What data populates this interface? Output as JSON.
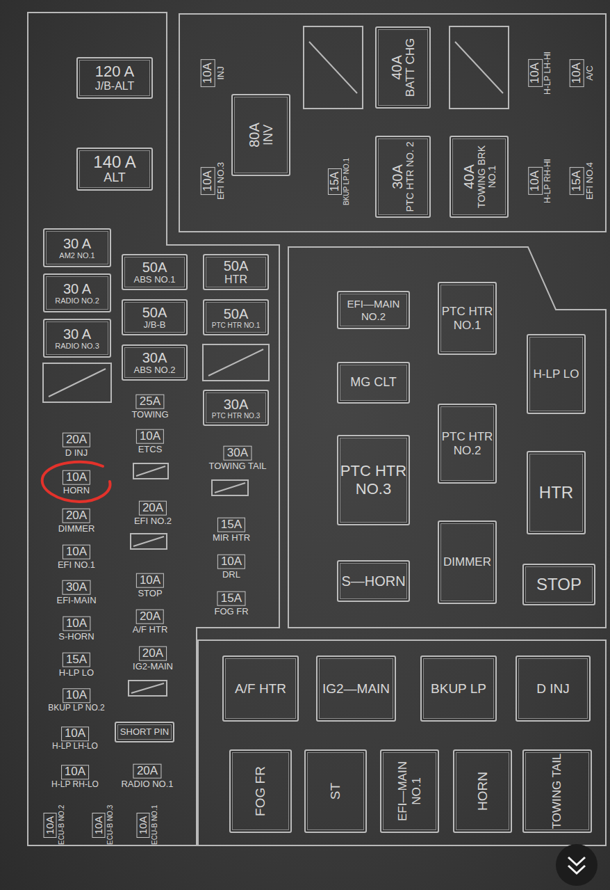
{
  "diagram": {
    "nodes": [
      {
        "text": [
          "120 A",
          "J/B-ALT"
        ]
      },
      {
        "text": [
          "140 A",
          "ALT"
        ]
      },
      {
        "text": [
          "30 A",
          "AM2 NO.1"
        ]
      },
      {
        "text": [
          "30 A",
          "RADIO NO.2"
        ]
      },
      {
        "text": [
          "30 A",
          "RADIO NO.3"
        ]
      },
      {
        "text": [
          "20A",
          "D INJ"
        ]
      },
      {
        "text": [
          "10A",
          "HORN"
        ]
      },
      {
        "text": [
          "20A",
          "DIMMER"
        ]
      },
      {
        "text": [
          "10A",
          "EFI NO.1"
        ]
      },
      {
        "text": [
          "30A",
          "EFI-MAIN"
        ]
      },
      {
        "text": [
          "10A",
          "S-HORN"
        ]
      },
      {
        "text": [
          "15A",
          "H-LP LO"
        ]
      },
      {
        "text": [
          "10A",
          "BKUP LP NO.2"
        ]
      },
      {
        "text": [
          "10A",
          "H-LP LH-LO"
        ]
      },
      {
        "text": [
          "10A",
          "H-LP RH-LO"
        ]
      },
      {
        "text": [
          "10A",
          "ECU-B NO.2"
        ]
      },
      {
        "text": [
          "10A",
          "ECU-B NO.3"
        ]
      },
      {
        "text": [
          "10A",
          "ECU-B NO.1"
        ]
      },
      {
        "text": [
          "50A",
          "ABS NO.1"
        ]
      },
      {
        "text": [
          "50A",
          "J/B-B"
        ]
      },
      {
        "text": [
          "30A",
          "ABS NO.2"
        ]
      },
      {
        "text": [
          "25A",
          "TOWING"
        ]
      },
      {
        "text": [
          "10A",
          "ETCS"
        ]
      },
      {
        "text": [
          "20A",
          "EFI NO.2"
        ]
      },
      {
        "text": [
          "10A",
          "STOP"
        ]
      },
      {
        "text": [
          "20A",
          "A/F HTR"
        ]
      },
      {
        "text": [
          "20A",
          "IG2-MAIN"
        ]
      },
      {
        "text": [
          "SHORT PIN"
        ]
      },
      {
        "text": [
          "20A",
          "RADIO NO.1"
        ]
      },
      {
        "text": [
          "50A",
          "HTR"
        ]
      },
      {
        "text": [
          "50A",
          "PTC HTR NO.1"
        ]
      },
      {
        "text": [
          "30A",
          "PTC HTR NO.3"
        ]
      },
      {
        "text": [
          "30A",
          "TOWING TAIL"
        ]
      },
      {
        "text": [
          "15A",
          "MIR HTR"
        ]
      },
      {
        "text": [
          "10A",
          "DRL"
        ]
      },
      {
        "text": [
          "15A",
          "FOG FR"
        ]
      },
      {
        "text": [
          "10A",
          "INJ"
        ]
      },
      {
        "text": [
          "80A",
          "INV"
        ]
      },
      {
        "text": [
          "10A",
          "EFI NO.3"
        ]
      },
      {
        "text": [
          "40A",
          "BATT CHG"
        ]
      },
      {
        "text": [
          "10A",
          "H-LP LH-HI"
        ]
      },
      {
        "text": [
          "10A",
          "A/C"
        ]
      },
      {
        "text": [
          "15A",
          "BKUP LP NO.1"
        ]
      },
      {
        "text": [
          "30A",
          "PTC HTR NO. 2"
        ]
      },
      {
        "text": [
          "40A",
          "TOWING BRK NO.1"
        ]
      },
      {
        "text": [
          "10A",
          "H-LP RH-HI"
        ]
      },
      {
        "text": [
          "15A",
          "EFI NO.4"
        ]
      },
      {
        "text": [
          "EFI—MAIN NO.2"
        ]
      },
      {
        "text": [
          "PTC HTR NO.1"
        ]
      },
      {
        "text": [
          "H-LP LO"
        ]
      },
      {
        "text": [
          "MG CLT"
        ]
      },
      {
        "text": [
          "PTC HTR NO.2"
        ]
      },
      {
        "text": [
          "PTC HTR NO.3"
        ]
      },
      {
        "text": [
          "HTR"
        ]
      },
      {
        "text": [
          "S—HORN"
        ]
      },
      {
        "text": [
          "DIMMER"
        ]
      },
      {
        "text": [
          "STOP"
        ]
      },
      {
        "text": [
          "A/F HTR"
        ]
      },
      {
        "text": [
          "IG2—MAIN"
        ]
      },
      {
        "text": [
          "BKUP LP"
        ]
      },
      {
        "text": [
          "D INJ"
        ]
      },
      {
        "text": [
          "FOG FR"
        ]
      },
      {
        "text": [
          "ST"
        ]
      },
      {
        "text": [
          "EFI—MAIN NO.1"
        ]
      },
      {
        "text": [
          "HORN"
        ]
      },
      {
        "text": [
          "TOWING TAIL"
        ]
      }
    ]
  }
}
